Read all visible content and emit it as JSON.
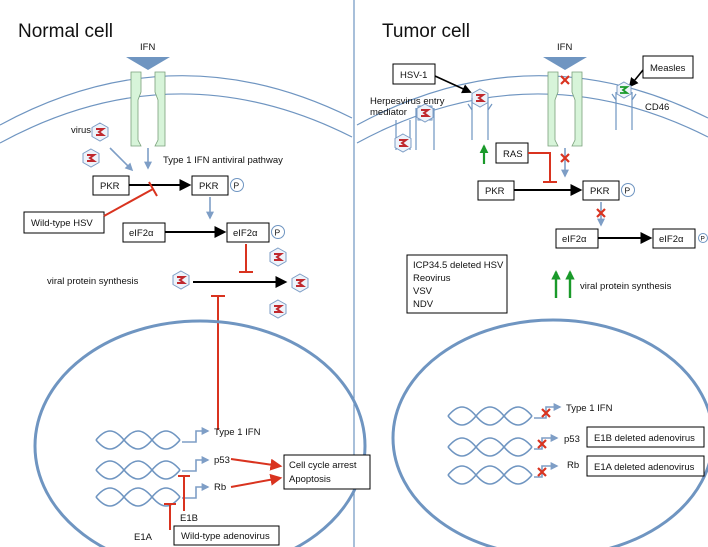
{
  "colors": {
    "membrane": "#6f95c1",
    "receptor_fill": "#d7f4d9",
    "receptor_stroke": "#7aa07b",
    "ifn_triangle": "#6f95c1",
    "arrow_blue": "#7e9ec6",
    "arrow_black": "#000000",
    "inhibit_red": "#d9331f",
    "up_green": "#1a9a2a",
    "divider": "#6f95c1"
  },
  "left": {
    "title": "Normal cell",
    "ifn": "IFN",
    "virus": "virus",
    "ifn_pathway": "Type 1 IFN antiviral pathway",
    "pkr": "PKR",
    "pkr_p": "PKR",
    "p": "P",
    "wild_type_hsv": "Wild-type HSV",
    "eif2a": "eIF2α",
    "eif2a_p": "eIF2α",
    "viral_protein_synthesis": "viral protein synthesis",
    "type1_ifn": "Type 1 IFN",
    "p53": "p53",
    "rb": "Rb",
    "cell_cycle_arrest": "Cell cycle arrest",
    "apoptosis": "Apoptosis",
    "e1b": "E1B",
    "e1a": "E1A",
    "wild_type_adenovirus": "Wild-type adenovirus"
  },
  "right": {
    "title": "Tumor cell",
    "ifn": "IFN",
    "hsv1": "HSV-1",
    "measles": "Measles",
    "herpesvirus_entry_mediator_1": "Herpesvirus entry",
    "herpesvirus_entry_mediator_2": "mediator",
    "cd46": "CD46",
    "ras": "RAS",
    "pkr": "PKR",
    "pkr_p": "PKR",
    "p": "P",
    "eif2a": "eIF2α",
    "eif2a_p": "eIF2α",
    "viruses": [
      "ICP34.5 deleted HSV",
      "Reovirus",
      "VSV",
      "NDV"
    ],
    "viral_protein_synthesis": "viral protein synthesis",
    "type1_ifn": "Type 1 IFN",
    "p53": "p53",
    "rb": "Rb",
    "e1b_deleted": "E1B deleted adenovirus",
    "e1a_deleted": "E1A deleted adenovirus"
  }
}
